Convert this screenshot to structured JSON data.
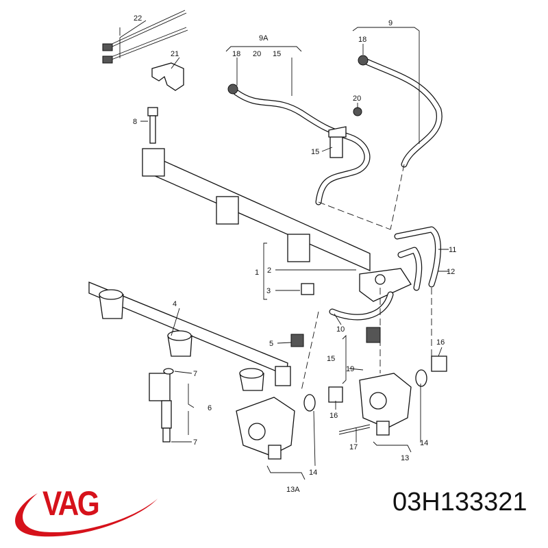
{
  "diagram": {
    "labels": [
      "22",
      "21",
      "8",
      "9A",
      "18",
      "20",
      "15",
      "9",
      "18",
      "20",
      "15",
      "11",
      "12",
      "1",
      "2",
      "3",
      "4",
      "10",
      "5",
      "16",
      "15",
      "19",
      "7",
      "6",
      "16",
      "7",
      "17",
      "14",
      "13",
      "14",
      "13A"
    ]
  },
  "brand": {
    "logo_text": "VAG",
    "color": "#d6121b"
  },
  "part_number": "03H133321"
}
